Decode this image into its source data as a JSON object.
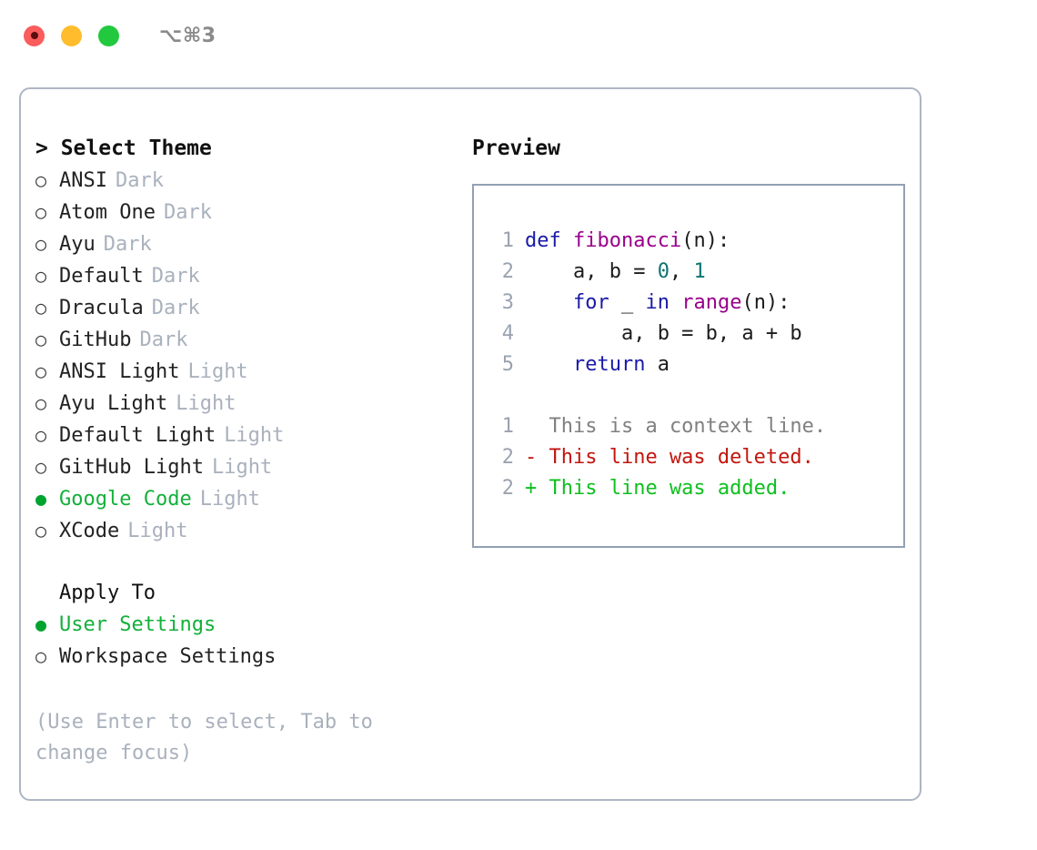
{
  "titlebar": {
    "lights": [
      {
        "name": "close-button",
        "color": "#fb5c5c"
      },
      {
        "name": "minimize-button",
        "color": "#ffbd2e"
      },
      {
        "name": "maximize-button",
        "color": "#22c93f"
      }
    ],
    "shortcut": "⌥⌘3"
  },
  "colors": {
    "panel_border": "#aeb6c4",
    "preview_border": "#93a0b4",
    "selected_green": "#13b03a",
    "marker_green": "#00a32e",
    "muted": "#a9b1bd",
    "keyword": "#1a1aa8",
    "function": "#99008b",
    "number": "#0d7373",
    "diff_context": "#808080",
    "diff_deleted": "#c2160f",
    "diff_added": "#0fbf1f",
    "gutter": "#9aa3b0"
  },
  "theme_picker": {
    "title": "> Select Theme",
    "marker_unselected": "○",
    "marker_selected": "●",
    "items": [
      {
        "label": "ANSI",
        "tag": "Dark",
        "selected": false
      },
      {
        "label": "Atom One",
        "tag": "Dark",
        "selected": false
      },
      {
        "label": "Ayu",
        "tag": "Dark",
        "selected": false
      },
      {
        "label": "Default",
        "tag": "Dark",
        "selected": false
      },
      {
        "label": "Dracula",
        "tag": "Dark",
        "selected": false
      },
      {
        "label": "GitHub",
        "tag": "Dark",
        "selected": false
      },
      {
        "label": "ANSI Light",
        "tag": "Light",
        "selected": false
      },
      {
        "label": "Ayu Light",
        "tag": "Light",
        "selected": false
      },
      {
        "label": "Default Light",
        "tag": "Light",
        "selected": false
      },
      {
        "label": "GitHub Light",
        "tag": "Light",
        "selected": false
      },
      {
        "label": "Google Code",
        "tag": "Light",
        "selected": true
      },
      {
        "label": "XCode",
        "tag": "Light",
        "selected": false
      }
    ]
  },
  "apply_to": {
    "title": "Apply To",
    "items": [
      {
        "label": "User Settings",
        "selected": true
      },
      {
        "label": "Workspace Settings",
        "selected": false
      }
    ]
  },
  "hint": "(Use Enter to select, Tab to change focus)",
  "preview": {
    "title": "Preview",
    "code_lines": [
      {
        "number": "1",
        "tokens": [
          {
            "text": "def ",
            "kind": "kw"
          },
          {
            "text": "fibonacci",
            "kind": "fn"
          },
          {
            "text": "(n):",
            "kind": "plain"
          }
        ]
      },
      {
        "number": "2",
        "tokens": [
          {
            "text": "    a, b = ",
            "kind": "plain"
          },
          {
            "text": "0",
            "kind": "num"
          },
          {
            "text": ", ",
            "kind": "plain"
          },
          {
            "text": "1",
            "kind": "num"
          }
        ]
      },
      {
        "number": "3",
        "tokens": [
          {
            "text": "    ",
            "kind": "plain"
          },
          {
            "text": "for",
            "kind": "kw"
          },
          {
            "text": " _ ",
            "kind": "plain"
          },
          {
            "text": "in",
            "kind": "kw"
          },
          {
            "text": " ",
            "kind": "plain"
          },
          {
            "text": "range",
            "kind": "fn"
          },
          {
            "text": "(n):",
            "kind": "plain"
          }
        ]
      },
      {
        "number": "4",
        "tokens": [
          {
            "text": "        a, b = b, a + b",
            "kind": "plain"
          }
        ]
      },
      {
        "number": "5",
        "tokens": [
          {
            "text": "    ",
            "kind": "plain"
          },
          {
            "text": "return",
            "kind": "kw"
          },
          {
            "text": " a",
            "kind": "plain"
          }
        ]
      }
    ],
    "diff_lines": [
      {
        "number": "1",
        "marker": "  ",
        "text": "This is a context line.",
        "kind": "ctx"
      },
      {
        "number": "2",
        "marker": "- ",
        "text": "This line was deleted.",
        "kind": "del"
      },
      {
        "number": "2",
        "marker": "+ ",
        "text": "This line was added.",
        "kind": "add"
      }
    ]
  }
}
